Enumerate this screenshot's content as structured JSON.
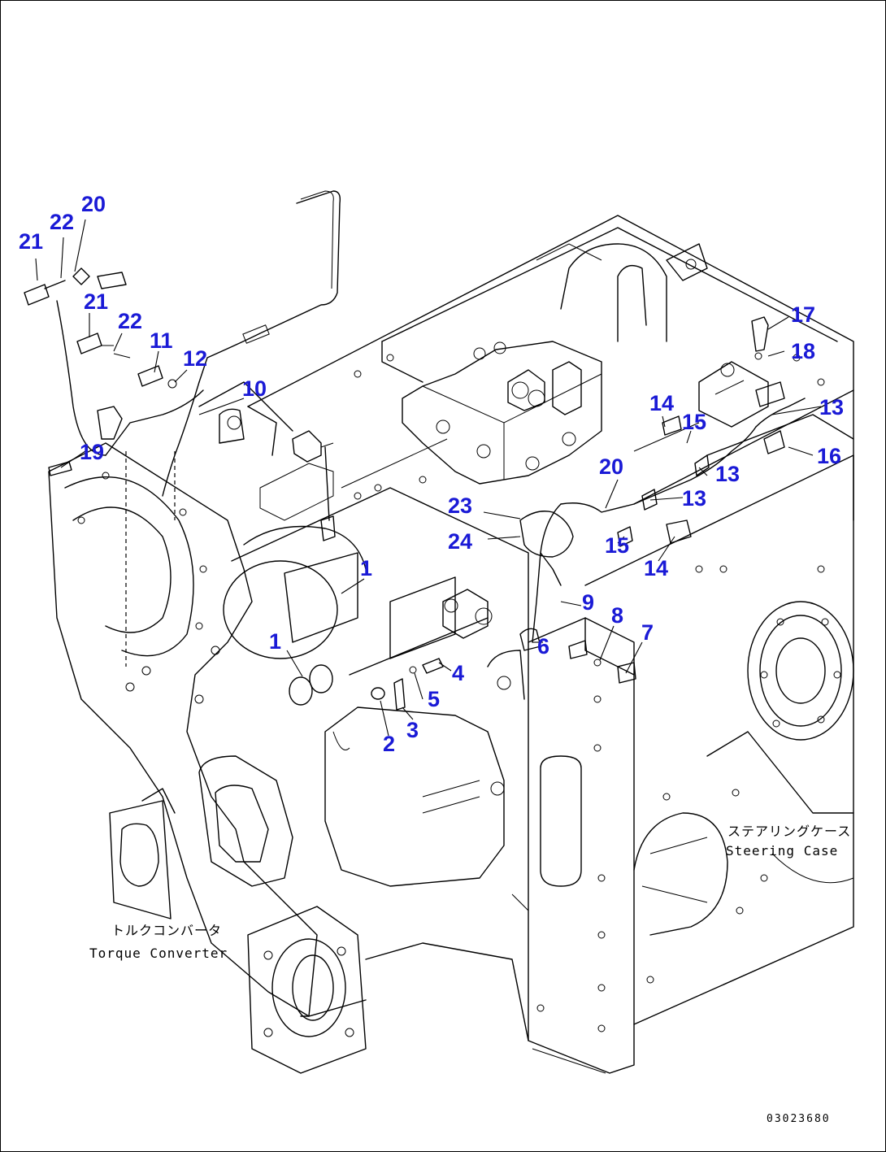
{
  "callouts": [
    {
      "id": "c21a",
      "text": "21"
    },
    {
      "id": "c22a",
      "text": "22"
    },
    {
      "id": "c20a",
      "text": "20"
    },
    {
      "id": "c21b",
      "text": "21"
    },
    {
      "id": "c22b",
      "text": "22"
    },
    {
      "id": "c11",
      "text": "11"
    },
    {
      "id": "c12",
      "text": "12"
    },
    {
      "id": "c10",
      "text": "10"
    },
    {
      "id": "c19",
      "text": "19"
    },
    {
      "id": "c17",
      "text": "17"
    },
    {
      "id": "c18",
      "text": "18"
    },
    {
      "id": "c13a",
      "text": "13"
    },
    {
      "id": "c14a",
      "text": "14"
    },
    {
      "id": "c15a",
      "text": "15"
    },
    {
      "id": "c16",
      "text": "16"
    },
    {
      "id": "c13b",
      "text": "13"
    },
    {
      "id": "c13c",
      "text": "13"
    },
    {
      "id": "c20b",
      "text": "20"
    },
    {
      "id": "c23",
      "text": "23"
    },
    {
      "id": "c24",
      "text": "24"
    },
    {
      "id": "c15b",
      "text": "15"
    },
    {
      "id": "c14b",
      "text": "14"
    },
    {
      "id": "c1a",
      "text": "1"
    },
    {
      "id": "c1b",
      "text": "1"
    },
    {
      "id": "c9",
      "text": "9"
    },
    {
      "id": "c8",
      "text": "8"
    },
    {
      "id": "c7",
      "text": "7"
    },
    {
      "id": "c6",
      "text": "6"
    },
    {
      "id": "c4",
      "text": "4"
    },
    {
      "id": "c5",
      "text": "5"
    },
    {
      "id": "c3",
      "text": "3"
    },
    {
      "id": "c2",
      "text": "2"
    }
  ],
  "labels": {
    "steering_jp": "ステアリングケース",
    "steering_en": "Steering Case",
    "torque_jp": "トルクコンバータ",
    "torque_en": "Torque Converter",
    "drawing_code": "03023680"
  }
}
